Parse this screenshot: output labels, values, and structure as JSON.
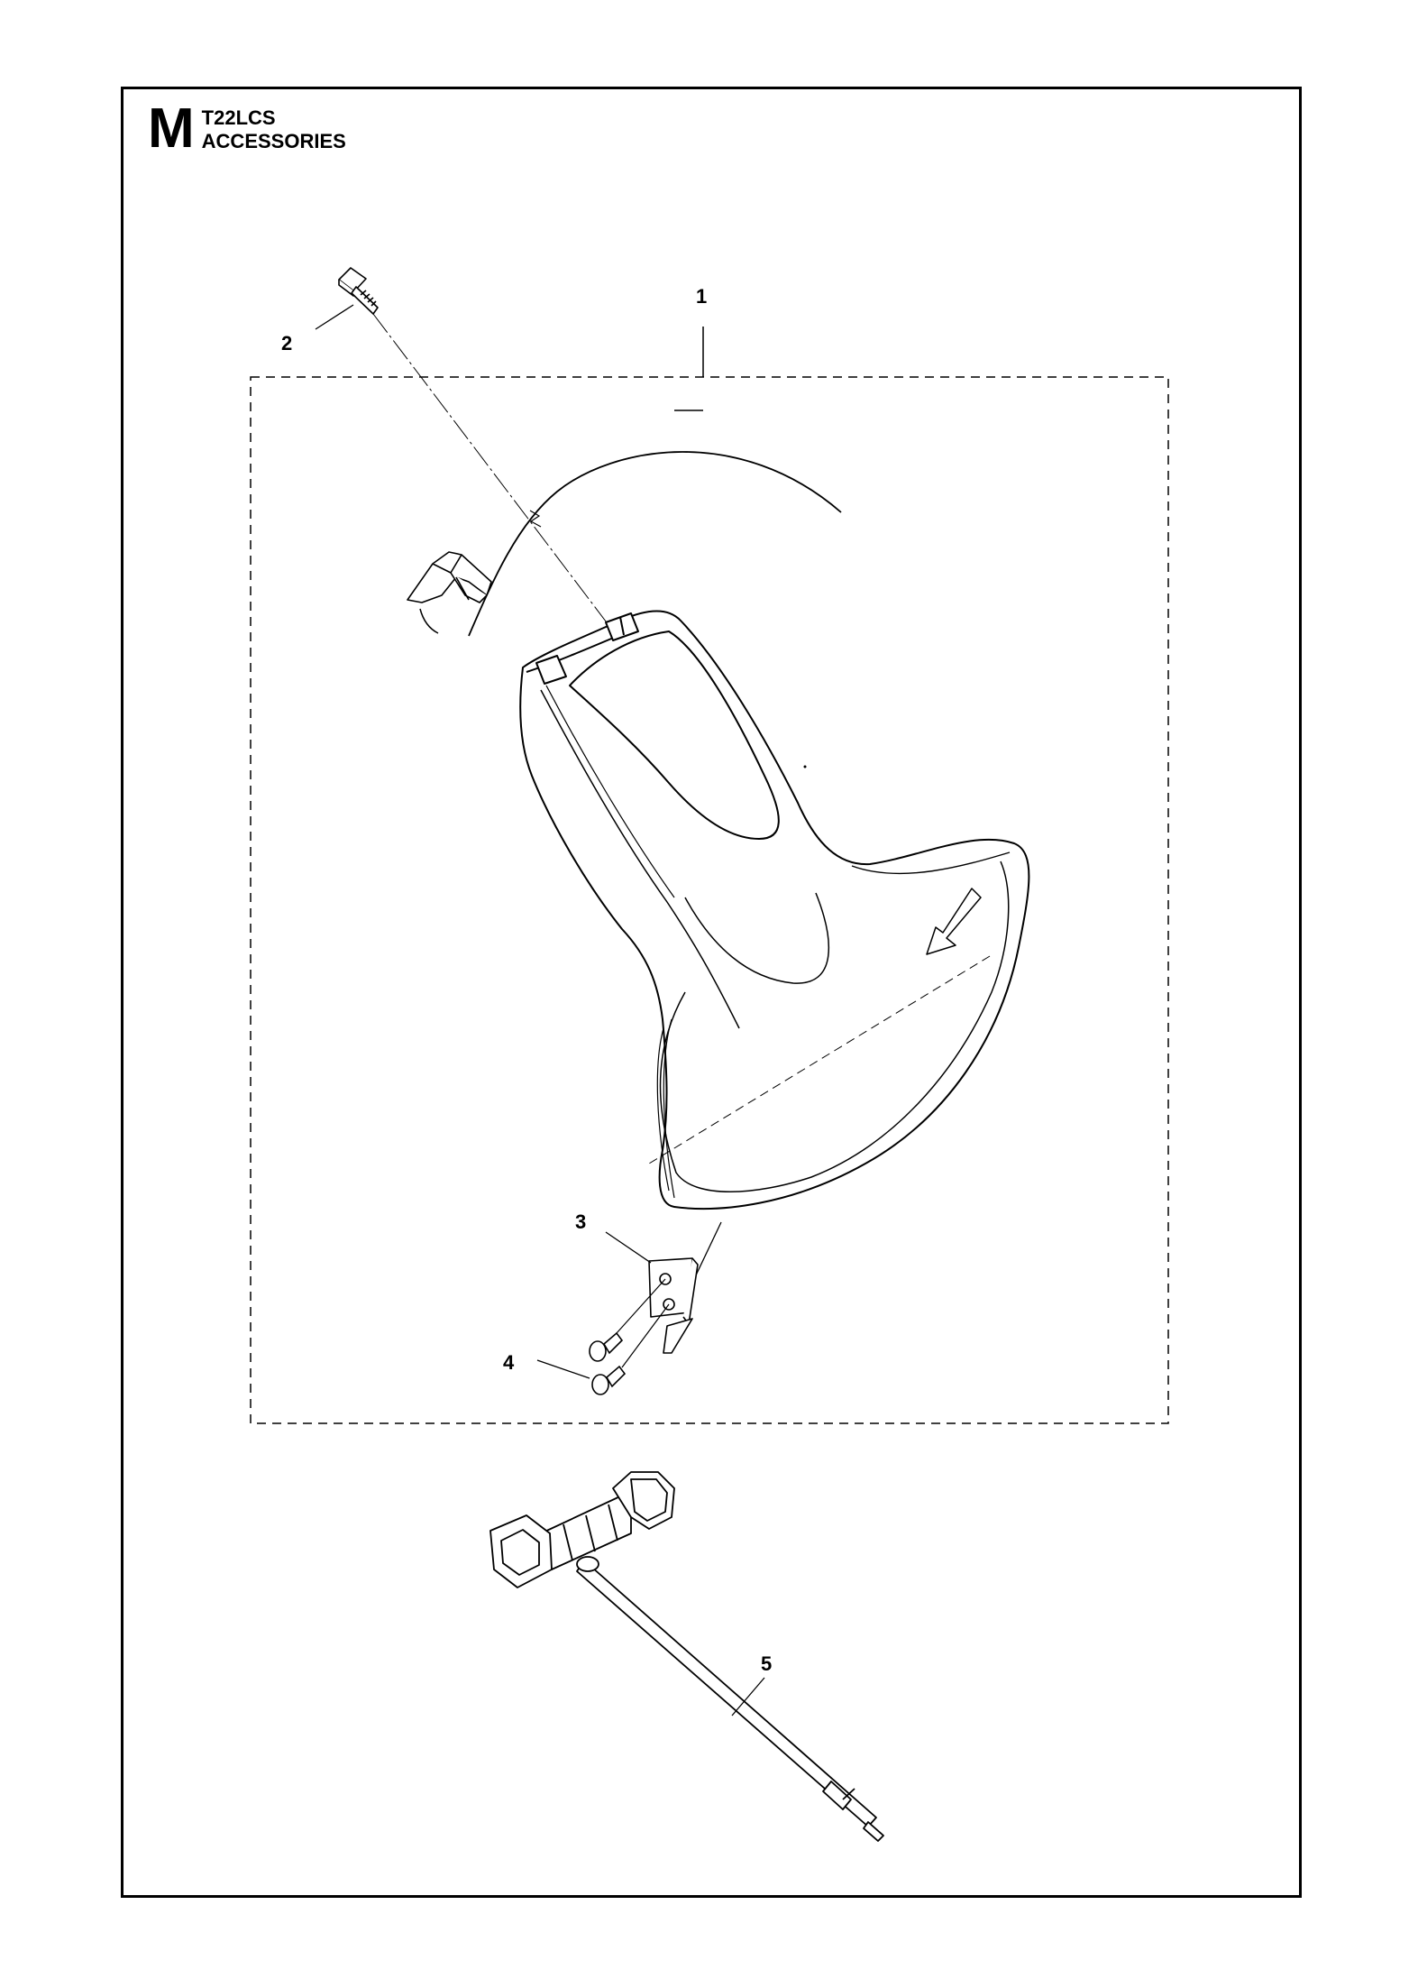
{
  "header": {
    "section_letter": "M",
    "model": "T22LCS",
    "title": "ACCESSORIES"
  },
  "callouts": [
    {
      "id": "callout-1",
      "label": "1"
    },
    {
      "id": "callout-2",
      "label": "2"
    },
    {
      "id": "callout-3",
      "label": "3"
    },
    {
      "id": "callout-4",
      "label": "4"
    },
    {
      "id": "callout-5",
      "label": "5"
    }
  ],
  "colors": {
    "ink": "#000000",
    "paper": "#ffffff"
  }
}
